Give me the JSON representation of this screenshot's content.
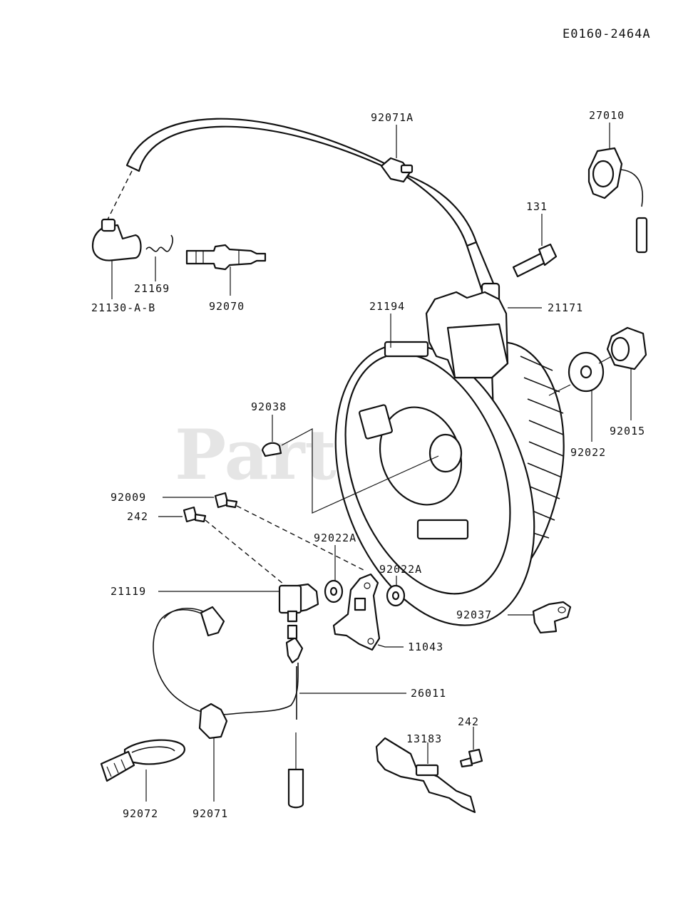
{
  "diagram_code": "E0160-2464A",
  "watermark": "PartsTree",
  "callouts": {
    "p92071A": "92071A",
    "p27010": "27010",
    "p131": "131",
    "p21169": "21169",
    "p21130": "21130-A-B",
    "p92070": "92070",
    "p21194": "21194",
    "p21171": "21171",
    "p92015": "92015",
    "p92022": "92022",
    "p92038": "92038",
    "p92009": "92009",
    "p242a": "242",
    "p92022A_1": "92022A",
    "p92022A_2": "92022A",
    "p21119": "21119",
    "p92037": "92037",
    "p11043": "11043",
    "p26011": "26011",
    "p242b": "242",
    "p13183": "13183",
    "p92072": "92072",
    "p92071": "92071"
  }
}
